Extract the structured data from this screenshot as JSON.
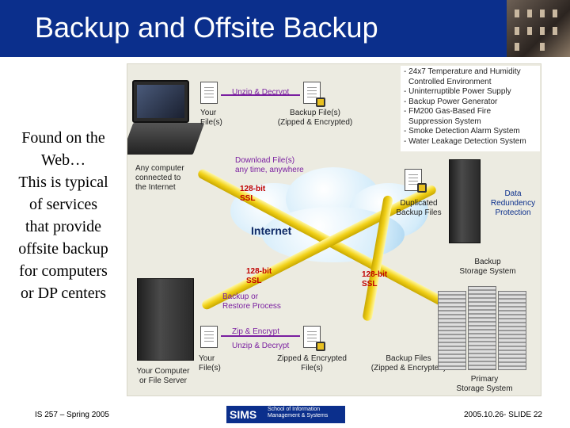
{
  "slide": {
    "title": "Backup and Offsite Backup",
    "side_text": [
      "Found on the",
      "Web…",
      "This is typical",
      "of services",
      "that provide",
      "offsite backup",
      "for computers",
      "or DP centers"
    ],
    "footer_left": "IS 257 – Spring 2005",
    "footer_right": "2005.10.26- SLIDE 22",
    "logo": {
      "sims": "SIMS",
      "line1": "School of Information",
      "line2": "Management & Systems"
    }
  },
  "diagram": {
    "environment": [
      "- 24x7 Temperature and Humidity",
      "  Controlled Environment",
      "- Uninterruptible Power Supply",
      "- Backup Power Generator",
      "- FM200 Gas-Based Fire",
      "  Suppression System",
      "- Smoke Detection Alarm System",
      "- Water Leakage Detection System"
    ],
    "unzip_decrypt_top": "Unzip & Decrypt",
    "your_files_top": [
      "Your",
      "File(s)"
    ],
    "backup_files_top": [
      "Backup File(s)",
      "(Zipped & Encrypted)"
    ],
    "any_computer": [
      "Any computer",
      "connected to",
      "the Internet"
    ],
    "download": [
      "Download File(s)",
      "any time, anywhere"
    ],
    "ssl_top": [
      "128-bit",
      "SSL"
    ],
    "ssl_mid": [
      "128-bit",
      "SSL"
    ],
    "ssl_right": [
      "128-bit",
      "SSL"
    ],
    "internet": "Internet",
    "duplicated": [
      "Duplicated",
      "Backup Files"
    ],
    "redundancy": [
      "Data",
      "Redundency",
      "Protection"
    ],
    "backup_storage": [
      "Backup",
      "Storage System"
    ],
    "backup_restore": [
      "Backup or",
      "Restore Process"
    ],
    "zip_encrypt": "Zip & Encrypt",
    "unzip_decrypt_bottom": "Unzip & Decrypt",
    "your_computer": [
      "Your Computer",
      "or File Server"
    ],
    "your_files_bottom": [
      "Your",
      "File(s)"
    ],
    "zipped_files_bottom": [
      "Zipped & Encrypted",
      "File(s)"
    ],
    "backup_files_bottom": [
      "Backup Files",
      "(Zipped & Encrypted)"
    ],
    "primary_storage": [
      "Primary",
      "Storage System"
    ]
  }
}
